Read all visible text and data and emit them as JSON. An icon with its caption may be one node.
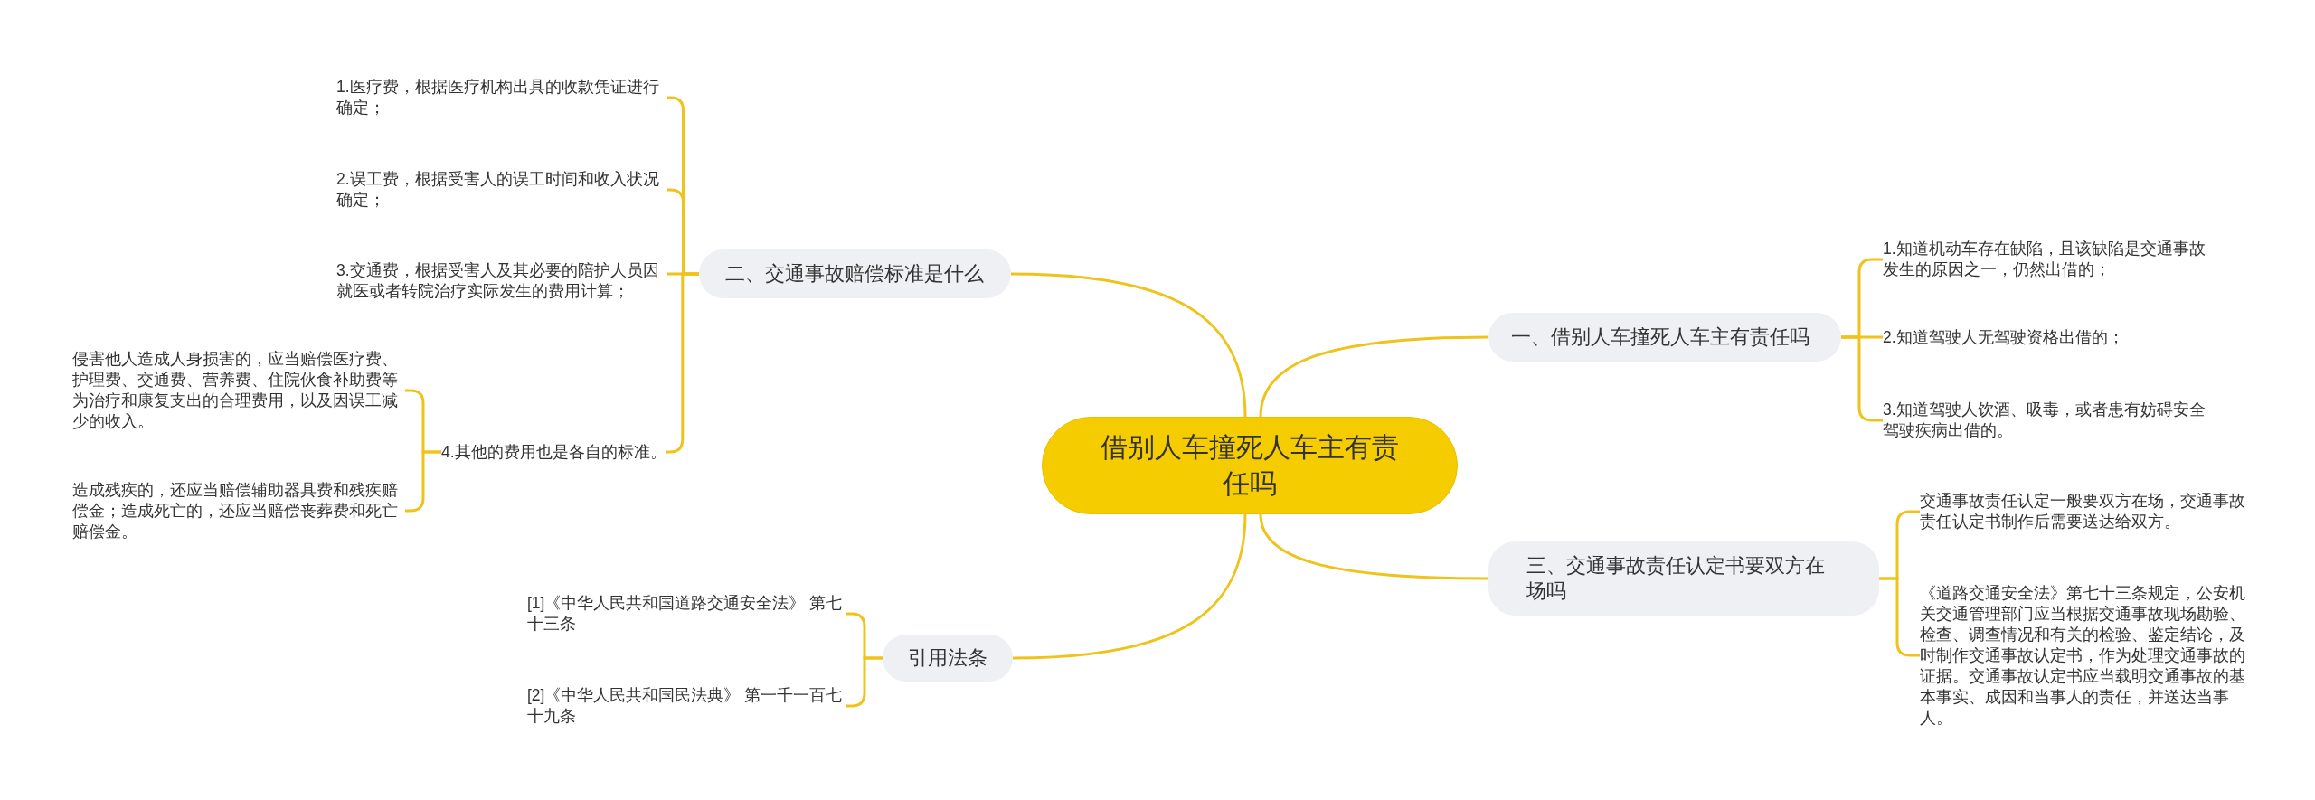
{
  "diagram": {
    "nodes": [
      {
        "text": [
          "借别人车撞死人车主有责任吗"
        ]
      },
      {
        "text": [
          "一、借别人车撞死人车主有责任吗"
        ]
      },
      {
        "text": [
          "1.知道机动车存在缺陷，且该缺陷是交通事故发生的原因之一，仍然出借的；"
        ]
      },
      {
        "text": [
          "2.知道驾驶人无驾驶资格出借的；"
        ]
      },
      {
        "text": [
          "3.知道驾驶人饮酒、吸毒，或者患有妨碍安全驾驶疾病出借的。"
        ]
      },
      {
        "text": [
          "二、交通事故赔偿标准是什么"
        ]
      },
      {
        "text": [
          "1.医疗费，根据医疗机构出具的收款凭证进行确定；"
        ]
      },
      {
        "text": [
          "2.误工费，根据受害人的误工时间和收入状况确定；"
        ]
      },
      {
        "text": [
          "3.交通费，根据受害人及其必要的陪护人员因就医或者转院治疗实际发生的费用计算；"
        ]
      },
      {
        "text": [
          "4.其他的费用也是各自的标准。"
        ]
      },
      {
        "text": [
          "侵害他人造成人身损害的，应当赔偿医疗费、护理费、交通费、营养费、住院伙食补助费等为治疗和康复支出的合理费用，以及因误工减少的收入。"
        ]
      },
      {
        "text": [
          "造成残疾的，还应当赔偿辅助器具费和残疾赔偿金；造成死亡的，还应当赔偿丧葬费和死亡赔偿金。"
        ]
      },
      {
        "text": [
          "三、交通事故责任认定书要双方在场吗"
        ]
      },
      {
        "text": [
          "交通事故责任认定一般要双方在场，交通事故责任认定书制作后需要送达给双方。"
        ]
      },
      {
        "text": [
          "《道路交通安全法》第七十三条规定，公安机关交通管理部门应当根据交通事故现场勘验、检查、调查情况和有关的检验、鉴定结论，及时制作交通事故认定书，作为处理交通事故的证据。交通事故认定书应当载明交通事故的基本事实、成因和当事人的责任，并送达当事人。"
        ]
      },
      {
        "text": [
          "引用法条"
        ]
      },
      {
        "text": [
          "[1]《中华人民共和国道路交通安全法》 第七十三条"
        ]
      },
      {
        "text": [
          "[2]《中华人民共和国民法典》 第一千一百七十九条"
        ]
      }
    ],
    "edges": [
      {
        "from": 0,
        "to": 1,
        "arrow": "none"
      },
      {
        "from": 1,
        "to": 2,
        "arrow": "none"
      },
      {
        "from": 1,
        "to": 3,
        "arrow": "none"
      },
      {
        "from": 1,
        "to": 4,
        "arrow": "none"
      },
      {
        "from": 0,
        "to": 5,
        "arrow": "none"
      },
      {
        "from": 5,
        "to": 6,
        "arrow": "none"
      },
      {
        "from": 5,
        "to": 7,
        "arrow": "none"
      },
      {
        "from": 5,
        "to": 8,
        "arrow": "none"
      },
      {
        "from": 5,
        "to": 9,
        "arrow": "none"
      },
      {
        "from": 9,
        "to": 10,
        "arrow": "none"
      },
      {
        "from": 9,
        "to": 11,
        "arrow": "none"
      },
      {
        "from": 0,
        "to": 12,
        "arrow": "none"
      },
      {
        "from": 12,
        "to": 13,
        "arrow": "none"
      },
      {
        "from": 12,
        "to": 14,
        "arrow": "none"
      },
      {
        "from": 0,
        "to": 15,
        "arrow": "none"
      },
      {
        "from": 15,
        "to": 16,
        "arrow": "none"
      },
      {
        "from": 15,
        "to": 17,
        "arrow": "none"
      }
    ]
  }
}
